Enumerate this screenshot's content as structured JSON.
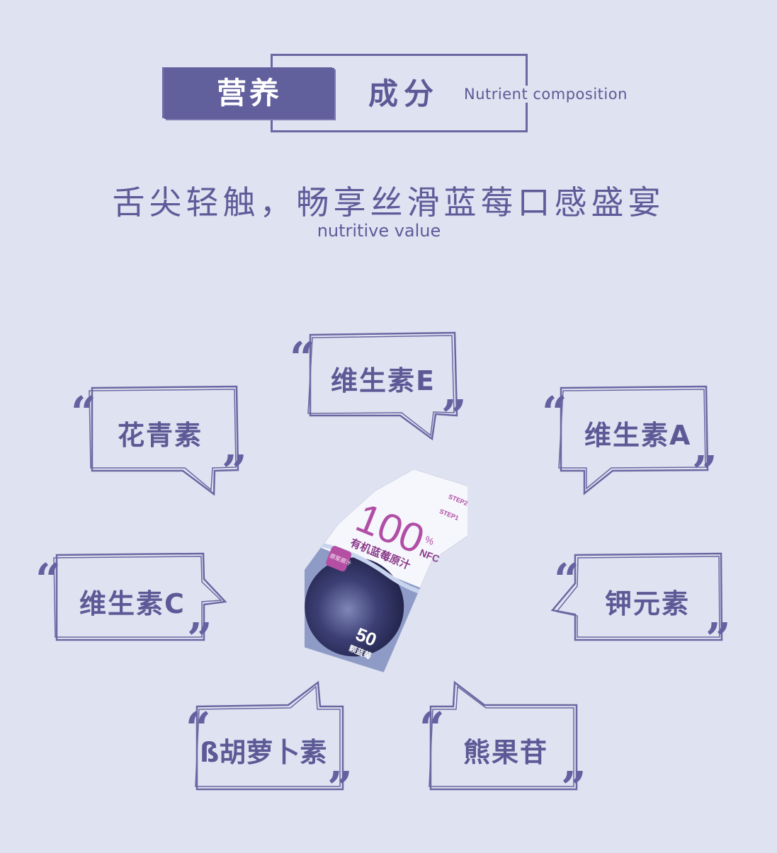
{
  "header": {
    "title_highlight": "营养",
    "title_rest": "成分",
    "subtitle": "Nutrient composition"
  },
  "tagline": {
    "main": "舌尖轻触，畅享丝滑蓝莓口感盛宴",
    "sub": "nutritive value"
  },
  "nutrients": [
    "花青素",
    "维生素E",
    "维生素A",
    "维生素C",
    "钾元素",
    "ß胡萝卜素",
    "熊果苷"
  ],
  "product": {
    "percent": "100",
    "percent_unit": "%",
    "nfc": "NFC",
    "name": "有机蓝莓原汁",
    "badge": "原浆原汁",
    "step1": "STEP1",
    "step2": "STEP2",
    "count": "50",
    "count_label": "颗蓝莓"
  },
  "colors": {
    "background": "#dfe2f1",
    "accent": "#615f9c",
    "text": "#5b5a96"
  }
}
